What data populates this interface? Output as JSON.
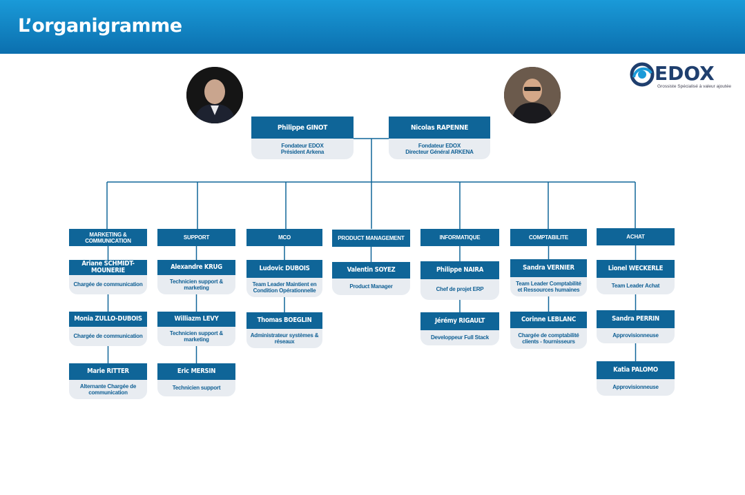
{
  "header": {
    "title": "L’organigramme"
  },
  "logo": {
    "word": "EDOX",
    "tagline": "Grossiste Spécialisé à valeur ajoutée"
  },
  "executives": [
    {
      "name": "Philippe GINOT",
      "role": "Fondateur EDOX\nPrésident Arkena"
    },
    {
      "name": "Nicolas RAPENNE",
      "role": "Fondateur EDOX\nDirecteur Général ARKENA"
    }
  ],
  "departments": [
    {
      "label": "MARKETING & COMMUNICATION",
      "members": [
        {
          "name": "Ariane SCHMIDT-MOUNERIE",
          "role": "Chargée de communication"
        },
        {
          "name": "Monia ZULLO-DUBOIS",
          "role": "Chargée de communication"
        },
        {
          "name": "Marie RITTER",
          "role": "Alternante Chargée de communication"
        }
      ]
    },
    {
      "label": "SUPPORT",
      "members": [
        {
          "name": "Alexandre KRUG",
          "role": "Technicien support & marketing"
        },
        {
          "name": "Williazm LEVY",
          "role": "Technicien support & marketing"
        },
        {
          "name": "Eric MERSIN",
          "role": "Technicien support"
        }
      ]
    },
    {
      "label": "MCO",
      "members": [
        {
          "name": "Ludovic DUBOIS",
          "role": "Team Leader Maintient en Condition Opérationnelle"
        },
        {
          "name": "Thomas BOEGLIN",
          "role": "Administrateur systèmes & réseaux"
        }
      ]
    },
    {
      "label": "PRODUCT MANAGEMENT",
      "members": [
        {
          "name": "Valentin SOYEZ",
          "role": "Product Manager"
        }
      ]
    },
    {
      "label": "INFORMATIQUE",
      "members": [
        {
          "name": "Philippe NAIRA",
          "role": "Chef de projet ERP"
        },
        {
          "name": "Jérémy RIGAULT",
          "role": "Developpeur Full Stack"
        }
      ]
    },
    {
      "label": "COMPTABILITE",
      "members": [
        {
          "name": "Sandra VERNIER",
          "role": "Team Leader Comptabilité et Ressources humaines"
        },
        {
          "name": "Corinne LEBLANC",
          "role": "Chargée de comptabilité clients - fournisseurs"
        }
      ]
    },
    {
      "label": "ACHAT",
      "members": [
        {
          "name": "Lionel WECKERLE",
          "role": "Team Leader Achat"
        },
        {
          "name": "Sandra PERRIN",
          "role": "Approvisionneuse"
        },
        {
          "name": "Katia PALOMO",
          "role": "Approvisionneuse"
        }
      ]
    }
  ]
}
